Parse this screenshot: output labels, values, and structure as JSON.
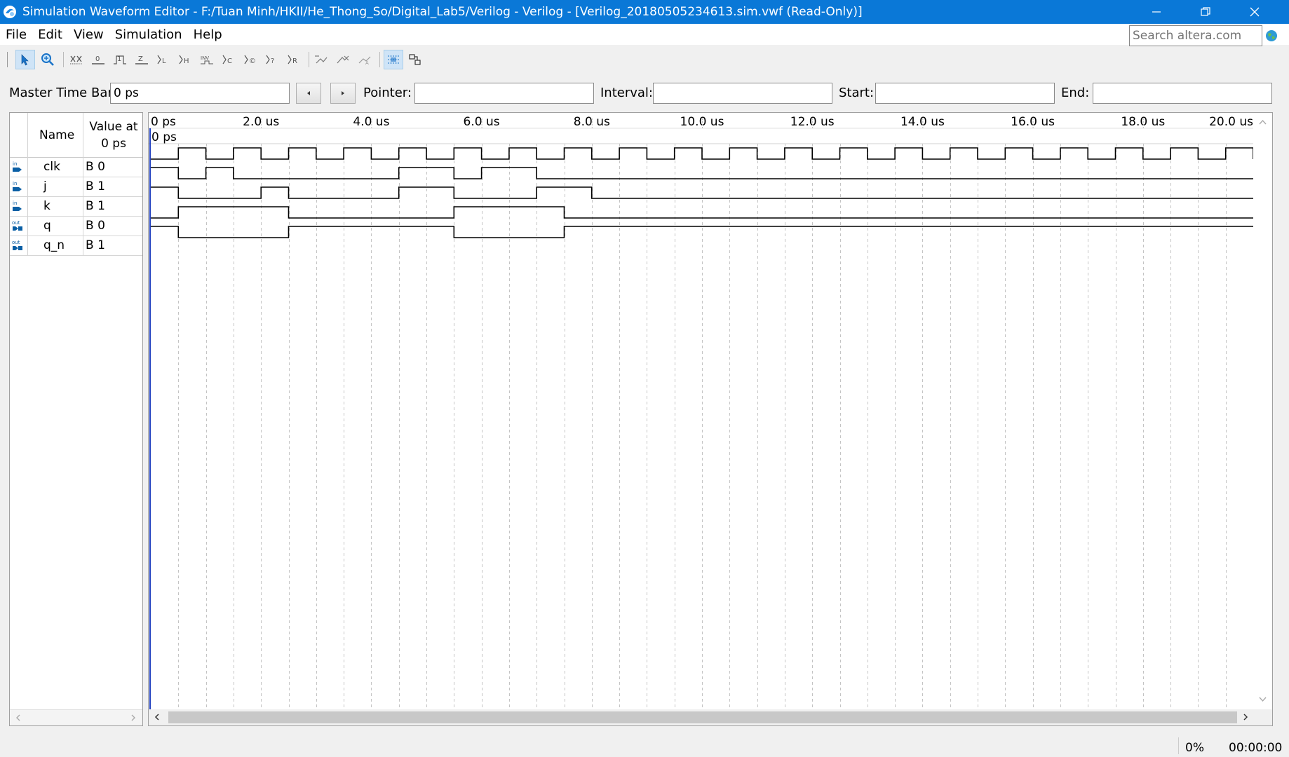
{
  "window": {
    "title": "Simulation Waveform Editor - F:/Tuan Minh/HKII/He_Thong_So/Digital_Lab5/Verilog - Verilog - [Verilog_20180505234613.sim.vwf (Read-Only)]"
  },
  "menu": {
    "items": [
      "File",
      "Edit",
      "View",
      "Simulation",
      "Help"
    ]
  },
  "search": {
    "placeholder": "Search altera.com"
  },
  "toolbar": {
    "tools": [
      "selection-tool",
      "zoom-tool",
      "forcing-unknown",
      "forcing-low",
      "forcing-high",
      "high-impedance",
      "weak-low",
      "weak-high",
      "invert",
      "count-value",
      "clock",
      "arbitrary-value",
      "random-value",
      "snap-to-grid",
      "sort",
      "grid",
      "group"
    ]
  },
  "timebar": {
    "master_label": "Master Time Bar:",
    "master_value": "0 ps",
    "pointer_label": "Pointer:",
    "pointer_value": "",
    "interval_label": "Interval:",
    "interval_value": "",
    "start_label": "Start:",
    "start_value": "",
    "end_label": "End:",
    "end_value": ""
  },
  "signal_table": {
    "name_header": "Name",
    "value_header_line1": "Value at",
    "value_header_line2": "0 ps",
    "signals": [
      {
        "dir": "in",
        "name": "clk",
        "value": "B 0"
      },
      {
        "dir": "in",
        "name": "j",
        "value": "B 1"
      },
      {
        "dir": "in",
        "name": "k",
        "value": "B 1"
      },
      {
        "dir": "out",
        "name": "q",
        "value": "B 0"
      },
      {
        "dir": "out",
        "name": "q_n",
        "value": "B 1"
      }
    ]
  },
  "chart_data": {
    "type": "timing",
    "x_unit": "us",
    "x_range": [
      0,
      20.0
    ],
    "tick_labels": [
      "0 ps",
      "2.0 us",
      "4.0 us",
      "6.0 us",
      "8.0 us",
      "10.0 us",
      "12.0 us",
      "14.0 us",
      "16.0 us",
      "18.0 us",
      "20.0 us"
    ],
    "tick_values": [
      0,
      2,
      4,
      6,
      8,
      10,
      12,
      14,
      16,
      18,
      20
    ],
    "cursor_label": "0 ps",
    "cursor_time": 0,
    "grid": true,
    "series": [
      {
        "name": "clk",
        "initial": 0,
        "transitions": [
          0.5,
          1.0,
          1.5,
          2.0,
          2.5,
          3.0,
          3.5,
          4.0,
          4.5,
          5.0,
          5.5,
          6.0,
          6.5,
          7.0,
          7.5,
          8.0,
          8.5,
          9.0,
          9.5,
          10.0,
          10.5,
          11.0,
          11.5,
          12.0,
          12.5,
          13.0,
          13.5,
          14.0,
          14.5,
          15.0,
          15.5,
          16.0,
          16.5,
          17.0,
          17.5,
          18.0,
          18.5,
          19.0,
          19.5,
          20.0
        ]
      },
      {
        "name": "j",
        "initial": 1,
        "transitions": [
          0.5,
          1.0,
          1.5,
          4.5,
          5.5,
          6.0,
          7.0
        ]
      },
      {
        "name": "k",
        "initial": 1,
        "transitions": [
          0.5,
          2.0,
          2.5,
          4.5,
          5.5,
          7.0,
          8.0
        ]
      },
      {
        "name": "q",
        "initial": 0,
        "transitions": [
          0.5,
          2.5,
          5.5,
          7.5
        ]
      },
      {
        "name": "q_n",
        "initial": 1,
        "transitions": [
          0.5,
          2.5,
          5.5,
          7.5
        ]
      }
    ]
  },
  "status": {
    "progress": "0%",
    "elapsed": "00:00:00"
  }
}
